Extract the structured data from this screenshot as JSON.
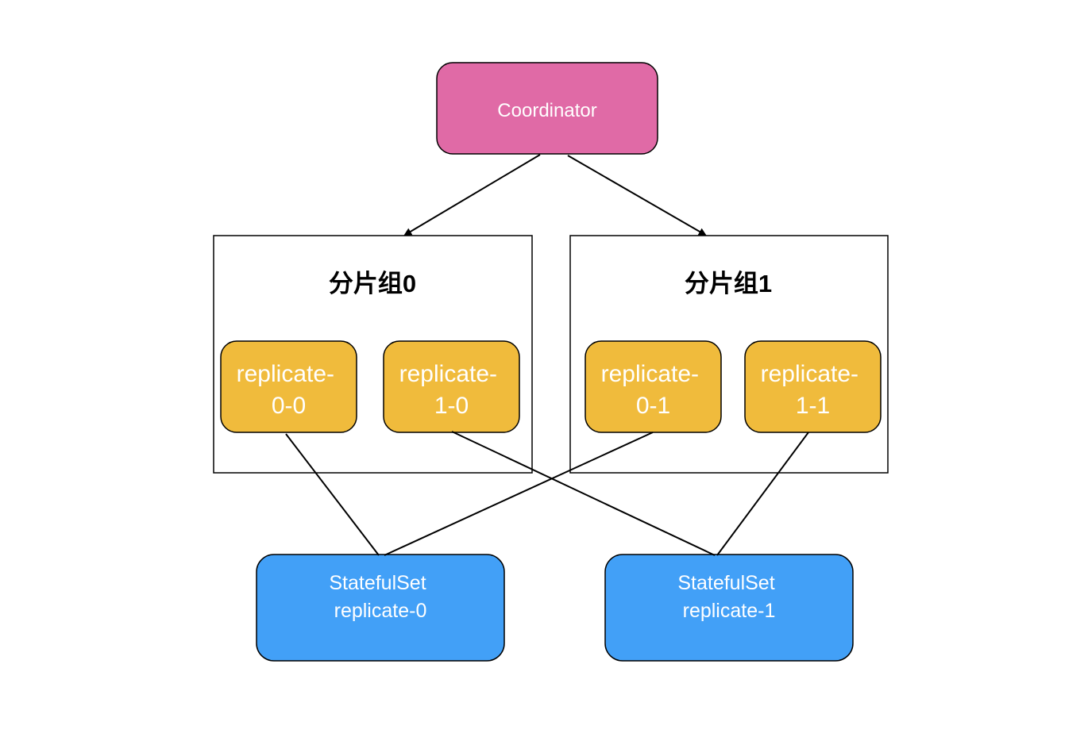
{
  "coordinator": {
    "label": "Coordinator"
  },
  "shard_groups": [
    {
      "title": "分片组0",
      "replicas": [
        {
          "line1": "replicate-",
          "line2": "0-0"
        },
        {
          "line1": "replicate-",
          "line2": "1-0"
        }
      ]
    },
    {
      "title": "分片组1",
      "replicas": [
        {
          "line1": "replicate-",
          "line2": "0-1"
        },
        {
          "line1": "replicate-",
          "line2": "1-1"
        }
      ]
    }
  ],
  "statefulsets": [
    {
      "line1": "StatefulSet",
      "line2": "replicate-0"
    },
    {
      "line1": "StatefulSet",
      "line2": "replicate-1"
    }
  ],
  "colors": {
    "coordinator": "#E06AA6",
    "replica": "#F0BB3C",
    "statefulset": "#42A0F7",
    "stroke": "#000000"
  }
}
